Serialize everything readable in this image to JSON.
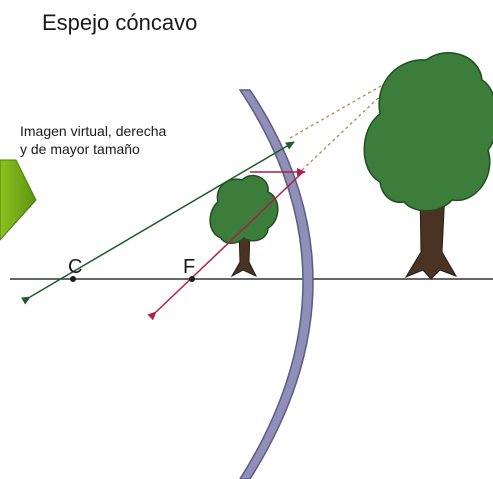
{
  "title": "Espejo cóncavo",
  "annotation": {
    "line1": "Imagen virtual, derecha",
    "line2": "y de mayor tamaño"
  },
  "points": {
    "center": "C",
    "focus": "F"
  },
  "icons": {
    "nav": "chevron-right-icon",
    "mirror": "concave-mirror-icon",
    "object": "tree-icon",
    "image": "tree-icon"
  },
  "colors": {
    "mirror": "#8f8fb8",
    "mirror_edge": "#5c5c88",
    "foliage": "#3c7d3c",
    "foliage_edge": "#1f4f1f",
    "trunk": "#4b3323",
    "ray_green": "#1d5c2a",
    "ray_red": "#b01e4a",
    "virtual_ray": "#b3894a",
    "nav_arrow": "#7ab317",
    "axis": "#333333"
  }
}
